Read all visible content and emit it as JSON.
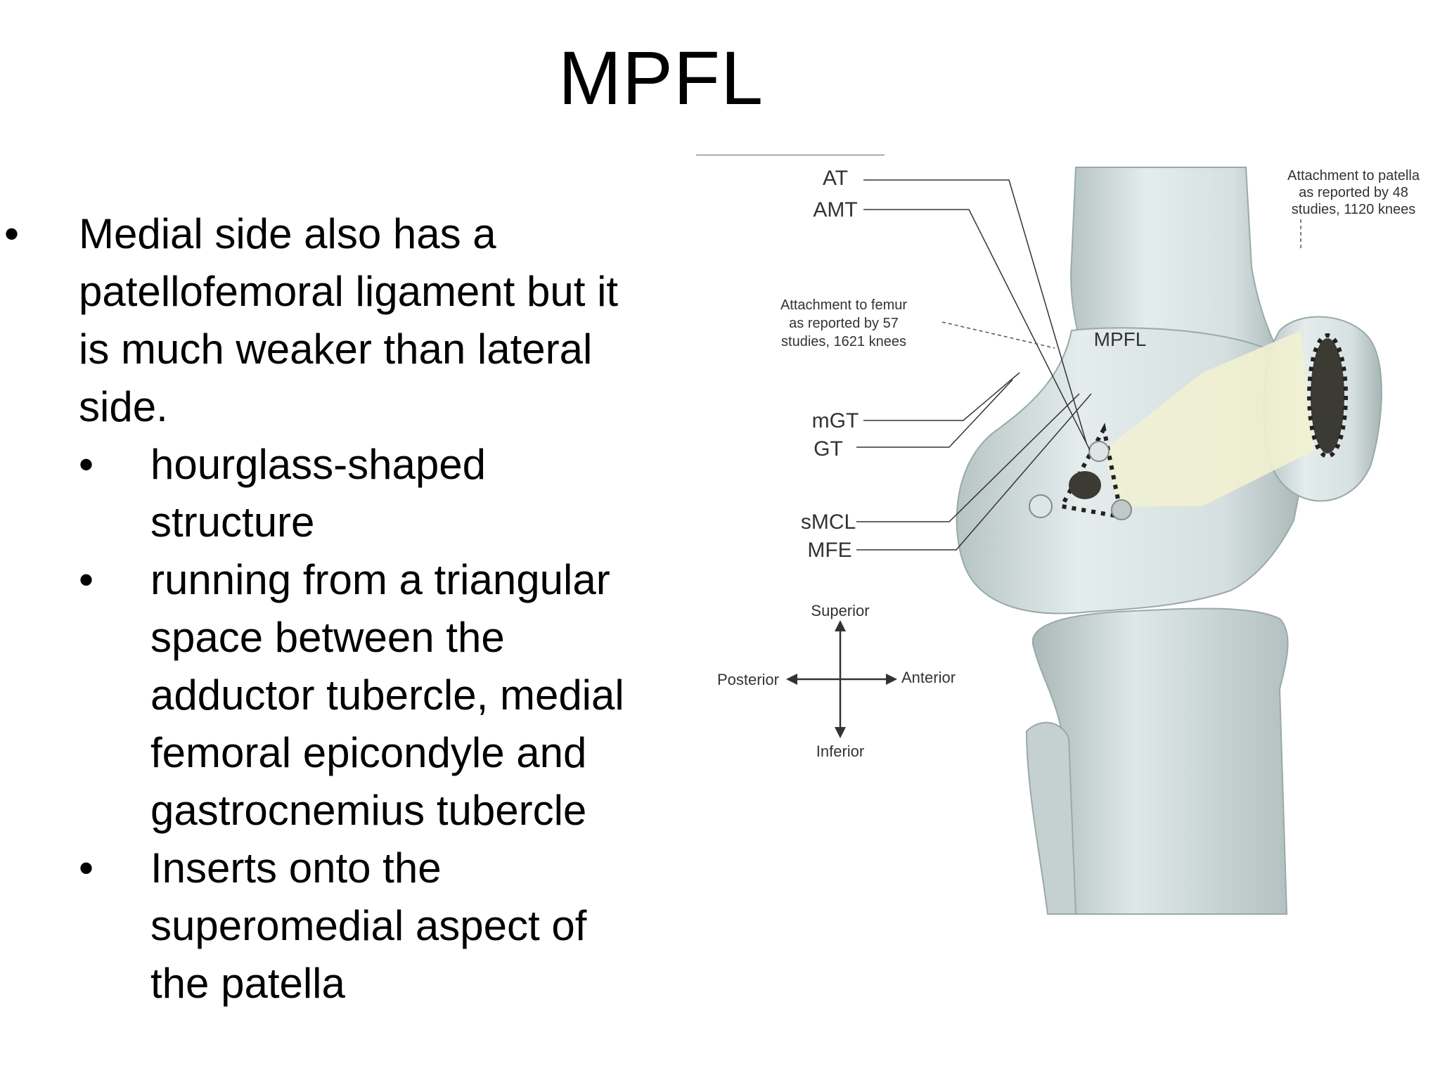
{
  "slide": {
    "title": "MPFL",
    "bullets": {
      "main": "Medial side also has a patellofemoral ligament but it is much weaker  than lateral side.",
      "sub": [
        "hourglass-shaped structure",
        "running from a triangular space between the adductor tubercle, medial femoral epicondyle and gastrocnemius tubercle",
        "Inserts onto the superomedial aspect of the patella"
      ]
    }
  },
  "figure": {
    "labels": {
      "at": "AT",
      "amt": "AMT",
      "mgt": "mGT",
      "gt": "GT",
      "smcl": "sMCL",
      "mfe": "MFE",
      "mpfl": "MPFL"
    },
    "femur_note": [
      "Attachment to femur",
      "as reported by 57",
      "studies, 1621 knees"
    ],
    "patella_note": [
      "Attachment to patella",
      "as reported by 48",
      "studies, 1120 knees"
    ],
    "compass": {
      "superior": "Superior",
      "inferior": "Inferior",
      "posterior": "Posterior",
      "anterior": "Anterior"
    },
    "colors": {
      "bone": "#dde6e6",
      "bone_shadow": "#a9b8b8",
      "ligament": "#f1f1d2",
      "footprint": "#3b3b33"
    }
  }
}
